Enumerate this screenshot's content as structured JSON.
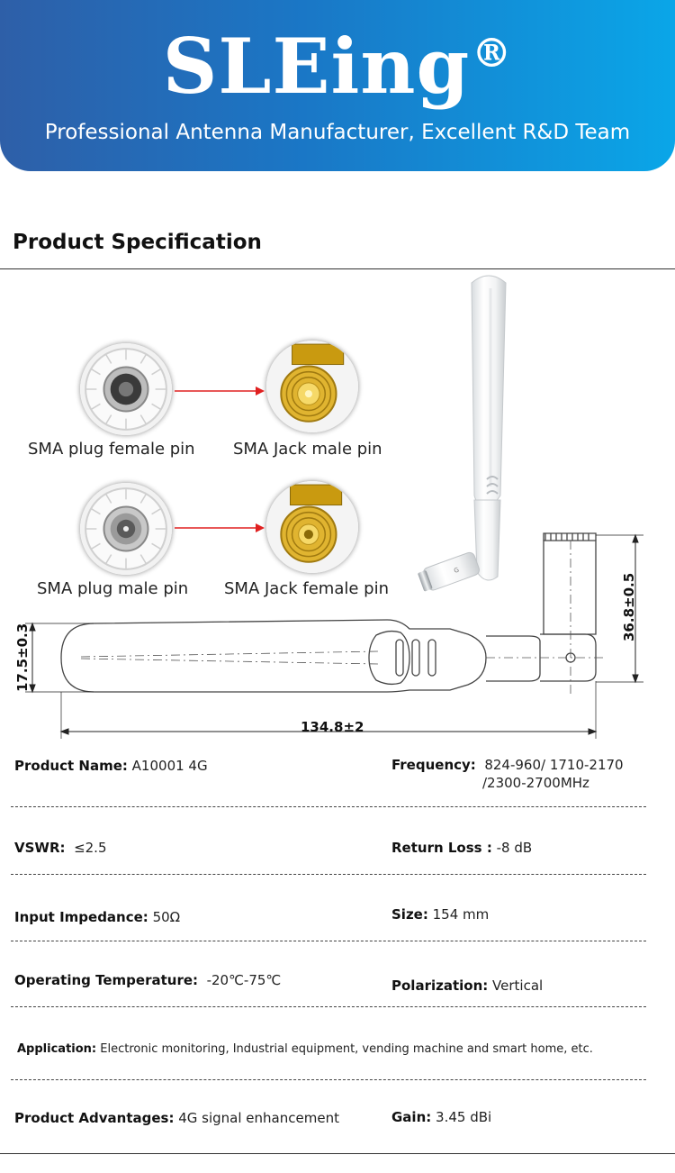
{
  "banner": {
    "brand": "SLEing",
    "registered": "®",
    "tagline": "Professional Antenna Manufacturer, Excellent R&D Team"
  },
  "section_title": "Product Specification",
  "connectors": [
    {
      "label": "SMA plug female pin",
      "icon": "sma-plug-female-pin-photo"
    },
    {
      "label": "SMA Jack male pin",
      "icon": "sma-jack-male-pin-photo"
    },
    {
      "label": "SMA plug male pin",
      "icon": "sma-plug-male-pin-photo"
    },
    {
      "label": "SMA Jack female pin",
      "icon": "sma-jack-female-pin-photo"
    }
  ],
  "dimensions": {
    "height": "17.5±0.3",
    "length": "134.8±2",
    "connector_height": "36.8±0.5"
  },
  "specs": {
    "product_name": {
      "label": "Product Name",
      "sep": ":",
      "value": "A10001 4G"
    },
    "frequency": {
      "label": "Frequency:",
      "value_line1": "824-960/ 1710-2170",
      "value_line2": "/2300-2700MHz"
    },
    "vswr": {
      "label": "VSWR:",
      "value": "≤2.5"
    },
    "return_loss": {
      "label": "Return Loss :",
      "value": "-8 dB"
    },
    "input_impedance": {
      "label": "Input Impedance:",
      "value": "50Ω"
    },
    "size": {
      "label": "Size:",
      "value": "154 mm"
    },
    "operating_temperature": {
      "label": "Operating Temperature",
      "sep": ":",
      "value": "-20℃-75℃"
    },
    "polarization": {
      "label": "Polarization:",
      "value": "Vertical"
    },
    "application": {
      "label": "Application:",
      "value": "Electronic monitoring, Industrial equipment, vending machine and smart home, etc."
    },
    "product_advantages": {
      "label": "Product Advantages:",
      "value": "4G signal enhancement"
    },
    "gain": {
      "label": "Gain:",
      "value": "3.45 dBi"
    }
  },
  "colors": {
    "banner_start": "#2e5fa8",
    "banner_end": "#0aa6e8",
    "arrow": "#e02020",
    "gold": "#d4a017"
  }
}
